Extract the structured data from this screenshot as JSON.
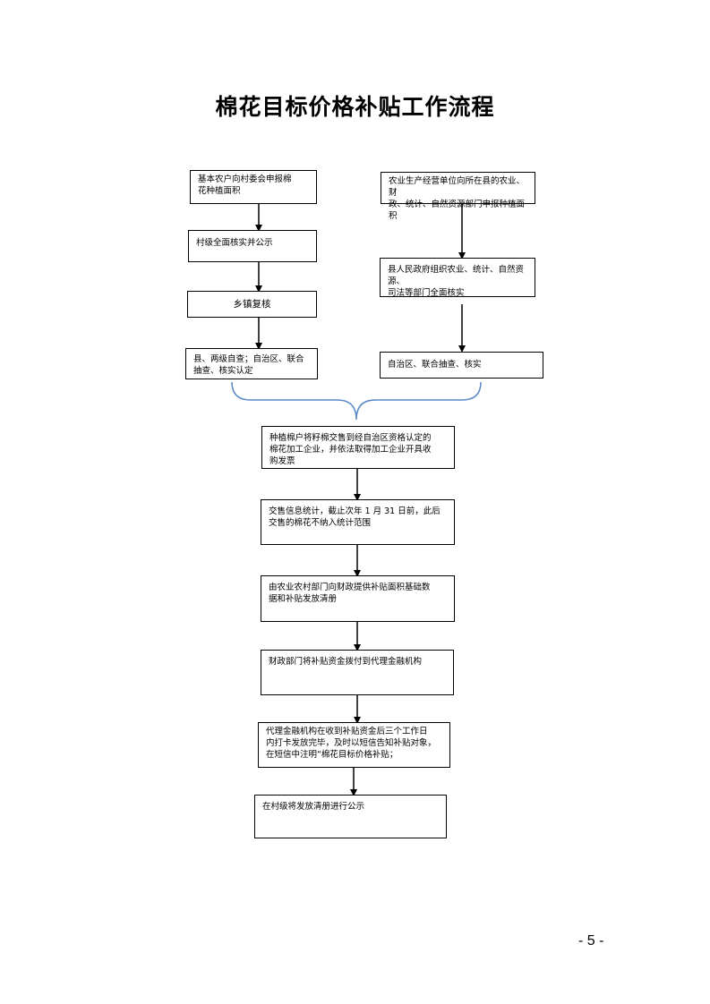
{
  "title": "棉花目标价格补贴工作流程",
  "page_number": "- 5 -",
  "left_branch": [
    "基本农户向村委会申报棉\n花种植面积",
    "村级全面核实并公示",
    "乡镇复核",
    "县、两级自查；自治区、联合\n抽查、核实认定"
  ],
  "right_branch": [
    "农业生产经营单位向所在县的农业、财\n政、统计、自然资源部门申报种植面积",
    "县人民政府组织农业、统计、自然资源、\n司法等部门全面核实",
    "自治区、联合抽查、核实"
  ],
  "main_flow": [
    "种植棉户将籽棉交售到经自治区资格认定的\n棉花加工企业，并依法取得加工企业开具收\n购发票",
    "交售信息统计，截止次年 1 月 31 日前，此后\n交售的棉花不纳入统计范围",
    "由农业农村部门向财政提供补贴面积基础数\n据和补贴发放清册",
    "财政部门将补贴资金拨付到代理金融机构",
    "代理金融机构在收到补贴资金后三个工作日\n内打卡发放完毕，及时以短信告知补贴对象，\n在短信中注明“棉花目标价格补贴；",
    "在村级将发放清册进行公示"
  ],
  "colors": {
    "brace": "#5b8ac6",
    "line": "#000000"
  }
}
